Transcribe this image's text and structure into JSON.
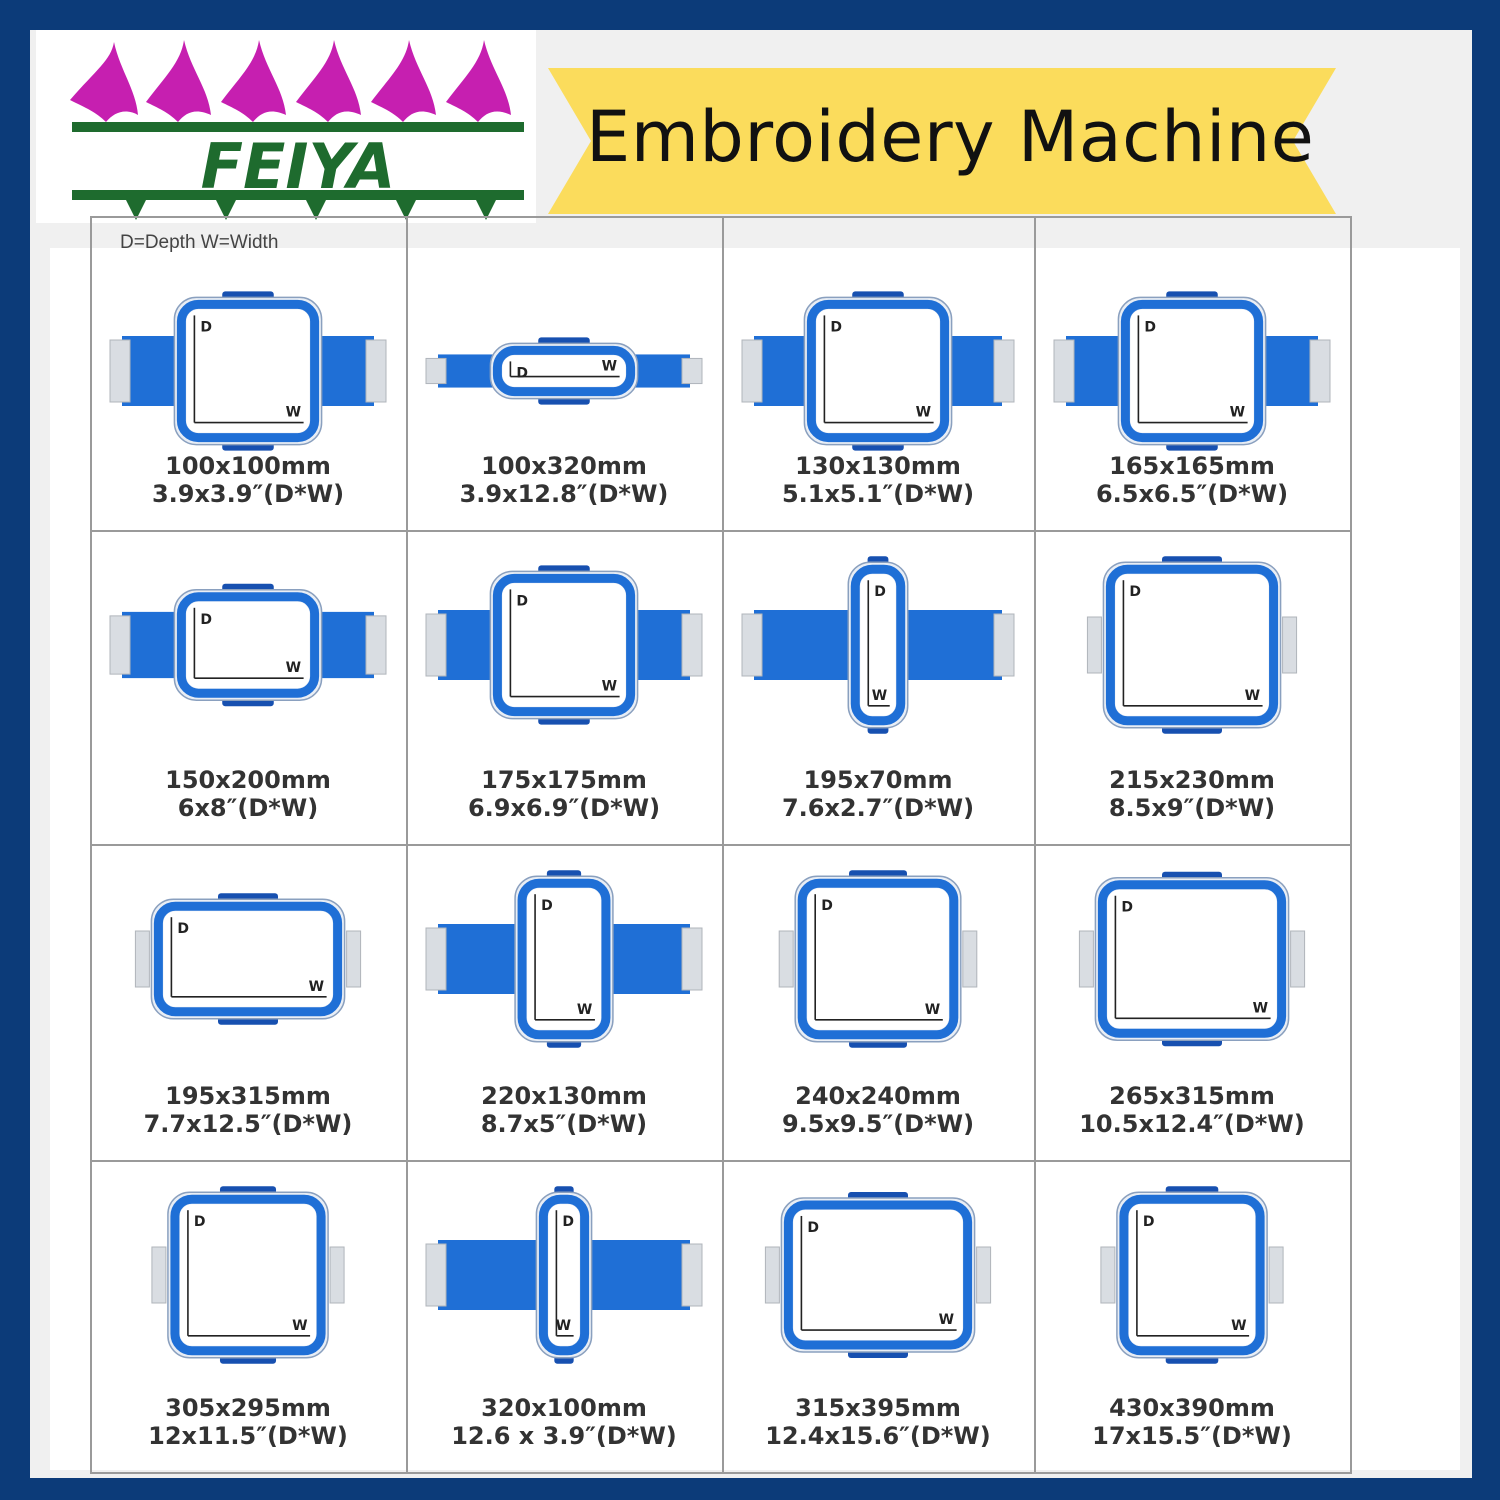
{
  "brand": {
    "logo_text": "FEIYA"
  },
  "banner": {
    "title": "Embroidery Machine",
    "color": "#fbdc5c"
  },
  "legend_note": "D=Depth W=Width",
  "colors": {
    "hoop_blue": "#1f6fd6",
    "hoop_dark": "#1750b0",
    "frame_bg": "#0c3b79",
    "logo_green": "#1e6b2e",
    "logo_magenta": "#c61fb0"
  },
  "hoops": [
    {
      "size_mm": "100x100mm",
      "size_in": "3.9x3.9″(D*W)",
      "depth": 100,
      "width": 100,
      "arms": true
    },
    {
      "size_mm": "100x320mm",
      "size_in": "3.9x12.8″(D*W)",
      "depth": 100,
      "width": 320,
      "arms": true
    },
    {
      "size_mm": "130x130mm",
      "size_in": "5.1x5.1″(D*W)",
      "depth": 130,
      "width": 130,
      "arms": true
    },
    {
      "size_mm": "165x165mm",
      "size_in": "6.5x6.5″(D*W)",
      "depth": 165,
      "width": 165,
      "arms": true
    },
    {
      "size_mm": "150x200mm",
      "size_in": "6x8″(D*W)",
      "depth": 150,
      "width": 200,
      "arms": true
    },
    {
      "size_mm": "175x175mm",
      "size_in": "6.9x6.9″(D*W)",
      "depth": 175,
      "width": 175,
      "arms": true
    },
    {
      "size_mm": "195x70mm",
      "size_in": "7.6x2.7″(D*W)",
      "depth": 195,
      "width": 70,
      "arms": true
    },
    {
      "size_mm": "215x230mm",
      "size_in": "8.5x9″(D*W)",
      "depth": 215,
      "width": 230,
      "arms": false
    },
    {
      "size_mm": "195x315mm",
      "size_in": "7.7x12.5″(D*W)",
      "depth": 195,
      "width": 315,
      "arms": false
    },
    {
      "size_mm": "220x130mm",
      "size_in": "8.7x5″(D*W)",
      "depth": 220,
      "width": 130,
      "arms": true
    },
    {
      "size_mm": "240x240mm",
      "size_in": "9.5x9.5″(D*W)",
      "depth": 240,
      "width": 240,
      "arms": false
    },
    {
      "size_mm": "265x315mm",
      "size_in": "10.5x12.4″(D*W)",
      "depth": 265,
      "width": 315,
      "arms": false
    },
    {
      "size_mm": "305x295mm",
      "size_in": "12x11.5″(D*W)",
      "depth": 305,
      "width": 295,
      "arms": false
    },
    {
      "size_mm": "320x100mm",
      "size_in": "12.6 x 3.9″(D*W)",
      "depth": 320,
      "width": 100,
      "arms": true
    },
    {
      "size_mm": "315x395mm",
      "size_in": "12.4x15.6″(D*W)",
      "depth": 315,
      "width": 395,
      "arms": false
    },
    {
      "size_mm": "430x390mm",
      "size_in": "17x15.5″(D*W)",
      "depth": 430,
      "width": 390,
      "arms": false
    }
  ],
  "axis_labels": {
    "depth": "D",
    "width": "W"
  }
}
